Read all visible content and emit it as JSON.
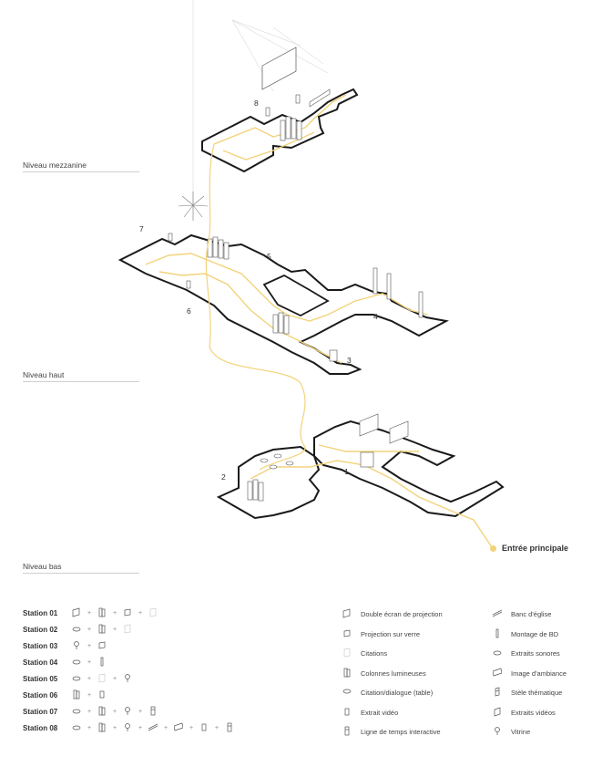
{
  "levels": {
    "mezzanine": "Niveau mezzanine",
    "haut": "Niveau haut",
    "bas": "Niveau bas"
  },
  "station_numbers": [
    "1",
    "2",
    "3",
    "4",
    "5",
    "6",
    "7",
    "8"
  ],
  "entrance_label": "Entrée principale",
  "stations": [
    {
      "name": "Station 01",
      "icons": [
        "double-screen-icon",
        "column-icon",
        "glass-projection-icon",
        "citation-icon"
      ]
    },
    {
      "name": "Station 02",
      "icons": [
        "sound-icon",
        "column-icon",
        "citation-icon"
      ]
    },
    {
      "name": "Station 03",
      "icons": [
        "vitrine-icon",
        "glass-projection-icon"
      ]
    },
    {
      "name": "Station 04",
      "icons": [
        "sound-icon",
        "comic-panel-icon"
      ]
    },
    {
      "name": "Station 05",
      "icons": [
        "sound-icon",
        "citation-icon",
        "vitrine-icon"
      ]
    },
    {
      "name": "Station 06",
      "icons": [
        "column-icon",
        "video-icon"
      ]
    },
    {
      "name": "Station 07",
      "icons": [
        "sound-icon",
        "column-icon",
        "vitrine-icon",
        "timeline-icon"
      ]
    },
    {
      "name": "Station 08",
      "icons": [
        "sound-icon",
        "column-icon",
        "vitrine-icon",
        "bench-icon",
        "ambiance-image-icon",
        "video-icon",
        "timeline-icon"
      ]
    }
  ],
  "legend_col1": [
    {
      "label": "Double écran de projection",
      "icon": "double-screen-icon"
    },
    {
      "label": "Projection sur verre",
      "icon": "glass-projection-icon"
    },
    {
      "label": "Citations",
      "icon": "citation-icon"
    },
    {
      "label": "Colonnes lumineuses",
      "icon": "column-icon"
    },
    {
      "label": "Citation/dialogue (table)",
      "icon": "table-icon"
    },
    {
      "label": "Extrait vidéo",
      "icon": "video-icon"
    },
    {
      "label": "Ligne de temps interactive",
      "icon": "timeline-icon"
    }
  ],
  "legend_col2": [
    {
      "label": "Banc d'église",
      "icon": "bench-icon"
    },
    {
      "label": "Montage de BD",
      "icon": "comic-panel-icon"
    },
    {
      "label": "Extraits sonores",
      "icon": "sound-icon"
    },
    {
      "label": "Image d'ambiance",
      "icon": "ambiance-image-icon"
    },
    {
      "label": "Stèle thématique",
      "icon": "stele-icon"
    },
    {
      "label": "Extraits vidéos",
      "icon": "videos-icon"
    },
    {
      "label": "Vitrine",
      "icon": "vitrine-icon"
    }
  ],
  "colors": {
    "path": "#f2d37a",
    "outline": "#1a1a1a",
    "grey": "#8a8a8a"
  }
}
